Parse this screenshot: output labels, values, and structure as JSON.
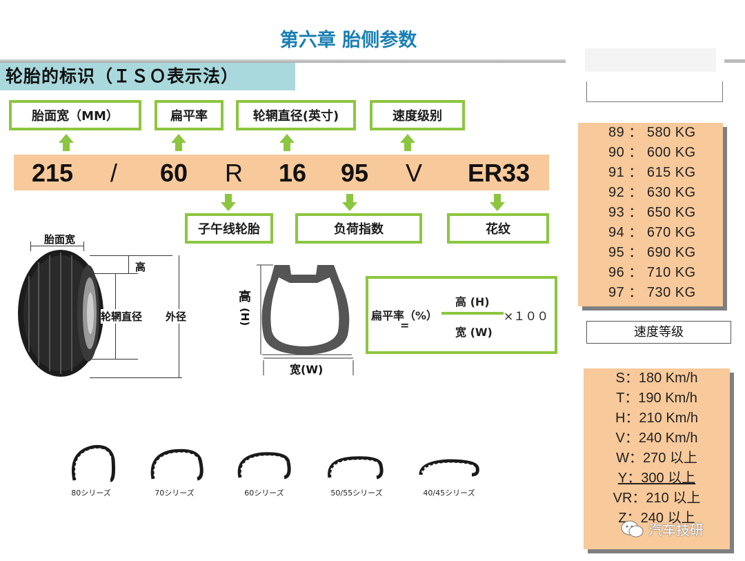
{
  "header": {
    "chapter_title": "第六章  胎侧参数",
    "section_title": "轮胎的标识（ＩＳＯ表示法）"
  },
  "labels_top": {
    "tread_width": "胎面宽（MM）",
    "aspect_ratio": "扁平率",
    "rim_diameter": "轮辋直径(英寸)",
    "speed_rating": "速度级别"
  },
  "code": {
    "width": "215",
    "slash": "/",
    "aspect": "60",
    "construction": "R",
    "rim": "16",
    "load": "95",
    "speed": "V",
    "pattern": "ER33"
  },
  "labels_bottom": {
    "radial": "子午线轮胎",
    "load_index": "负荷指数",
    "pattern": "花纹"
  },
  "tire_side": {
    "tread_width": "胎面宽",
    "height": "高",
    "rim_diameter": "轮辋直径",
    "outer_diameter": "外径"
  },
  "cross_section": {
    "height": "高",
    "height_unit": "(H)",
    "width": "宽(W)"
  },
  "formula": {
    "lhs": "扁平率（%）",
    "equals": "=",
    "numerator": "高 (H)",
    "denominator": "宽 (W)",
    "multiplier": "×１００"
  },
  "profiles": [
    "80シリーズ",
    "70シリーズ",
    "60シリーズ",
    "50/55シリーズ",
    "40/45シリーズ"
  ],
  "load_table": [
    "89 ： 580 KG",
    "90 ： 600 KG",
    "91 ： 615 KG",
    "92 ： 630 KG",
    "93 ： 650 KG",
    "94 ： 670 KG",
    "95 ： 690 KG",
    "96 ： 710 KG",
    "97 ： 730 KG"
  ],
  "speed_title": "速度等级",
  "speed_table": [
    "S：180 Km/h",
    "T：190 Km/h",
    "H：210 Km/h",
    "V：240 Km/h",
    "W：270 以上",
    "Y：300 以上",
    "VR：210 以上",
    "Z：240 以上"
  ],
  "watermark": "汽车技研",
  "colors": {
    "accent_green": "#8cc63f",
    "code_band": "#f8c99a",
    "title_blue": "#1a7fb3",
    "section_bg": "#a9d9dd"
  }
}
